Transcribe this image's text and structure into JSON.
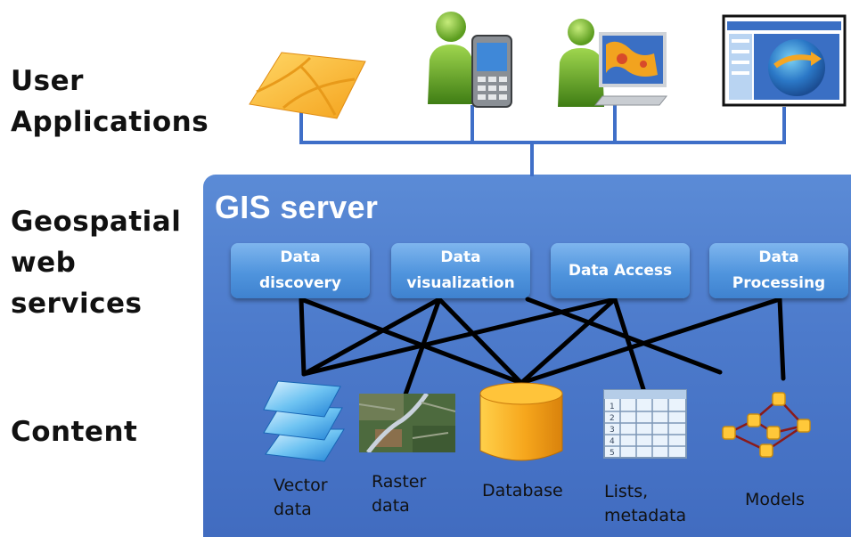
{
  "tiers": {
    "user_applications": [
      "User",
      "Applications"
    ],
    "geospatial_web_services": [
      "Geospatial",
      "web",
      "services"
    ],
    "content": "Content"
  },
  "gis_server": {
    "title": "GIS server",
    "services": [
      {
        "label": "Data\ndiscovery"
      },
      {
        "label": "Data\nvisualization"
      },
      {
        "label": "Data Access"
      },
      {
        "label": "Data\nProcessing"
      }
    ]
  },
  "content_items": [
    {
      "label": "Vector\ndata",
      "icon": "vector-layers-icon"
    },
    {
      "label": "Raster\ndata",
      "icon": "raster-image-icon"
    },
    {
      "label": "Database",
      "icon": "database-cylinder-icon"
    },
    {
      "label": "Lists,\nmetadata",
      "icon": "table-list-icon"
    },
    {
      "label": "Models",
      "icon": "model-network-icon"
    }
  ],
  "applications": [
    {
      "icon": "map-sheet-icon"
    },
    {
      "icon": "mobile-user-icon"
    },
    {
      "icon": "desktop-user-icon"
    },
    {
      "icon": "web-browser-globe-icon"
    }
  ],
  "colors": {
    "panel": "#4c7acb",
    "service_box": "#4f94dd",
    "connector_blue": "#3f6fc8",
    "connector_black": "#000000"
  }
}
